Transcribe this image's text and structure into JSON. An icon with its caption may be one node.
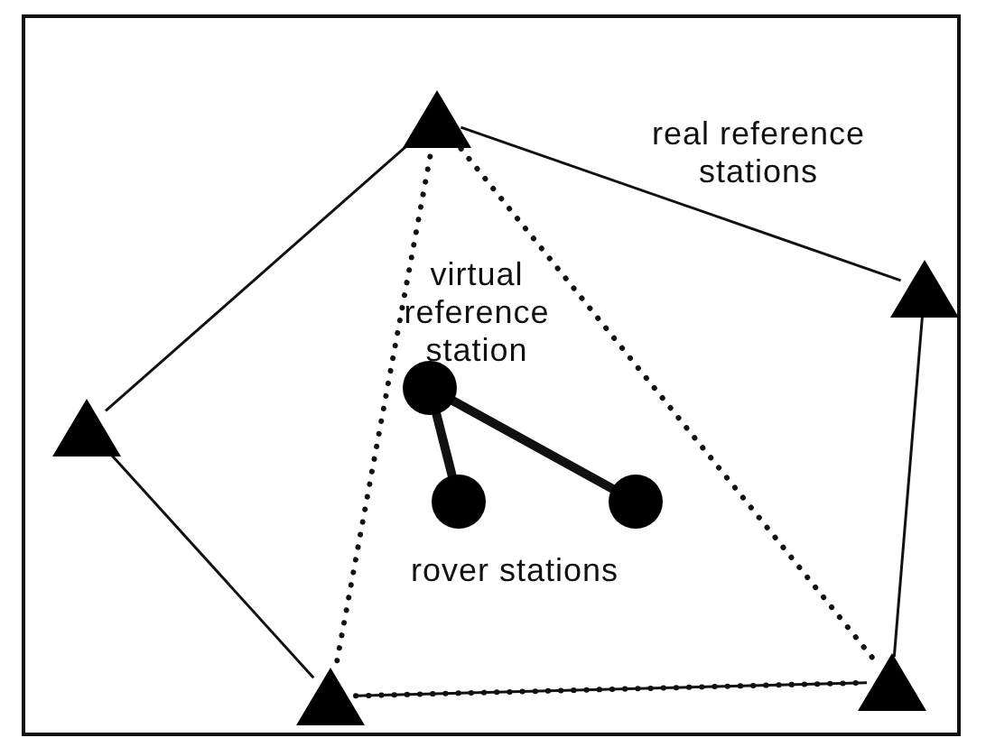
{
  "diagram": {
    "nodes": [
      {
        "text": [],
        "shape": "triangle"
      },
      {
        "text": [],
        "shape": "triangle"
      },
      {
        "text": [],
        "shape": "triangle"
      },
      {
        "text": [],
        "shape": "triangle"
      },
      {
        "text": [],
        "shape": "triangle"
      },
      {
        "text": [],
        "shape": "circle"
      },
      {
        "text": [],
        "shape": "circle"
      },
      {
        "text": [],
        "shape": "circle"
      }
    ],
    "edges": [
      {
        "from": 0,
        "to": 1,
        "arrow": "none"
      },
      {
        "from": 1,
        "to": 2,
        "arrow": "none"
      },
      {
        "from": 2,
        "to": 3,
        "arrow": "none"
      },
      {
        "from": 3,
        "to": 4,
        "arrow": "none"
      },
      {
        "from": 4,
        "to": 0,
        "arrow": "none"
      },
      {
        "from": 0,
        "to": 3,
        "arrow": "none",
        "style": "dashed"
      },
      {
        "from": 0,
        "to": 2,
        "arrow": "none",
        "style": "dashed"
      },
      {
        "from": 3,
        "to": 2,
        "arrow": "none",
        "style": "dashed"
      },
      {
        "from": 5,
        "to": 6,
        "arrow": "none",
        "style": "thick"
      },
      {
        "from": 5,
        "to": 7,
        "arrow": "none",
        "style": "thick"
      }
    ],
    "labels": [
      "real reference stations",
      "virtual reference station",
      "rover stations"
    ]
  }
}
